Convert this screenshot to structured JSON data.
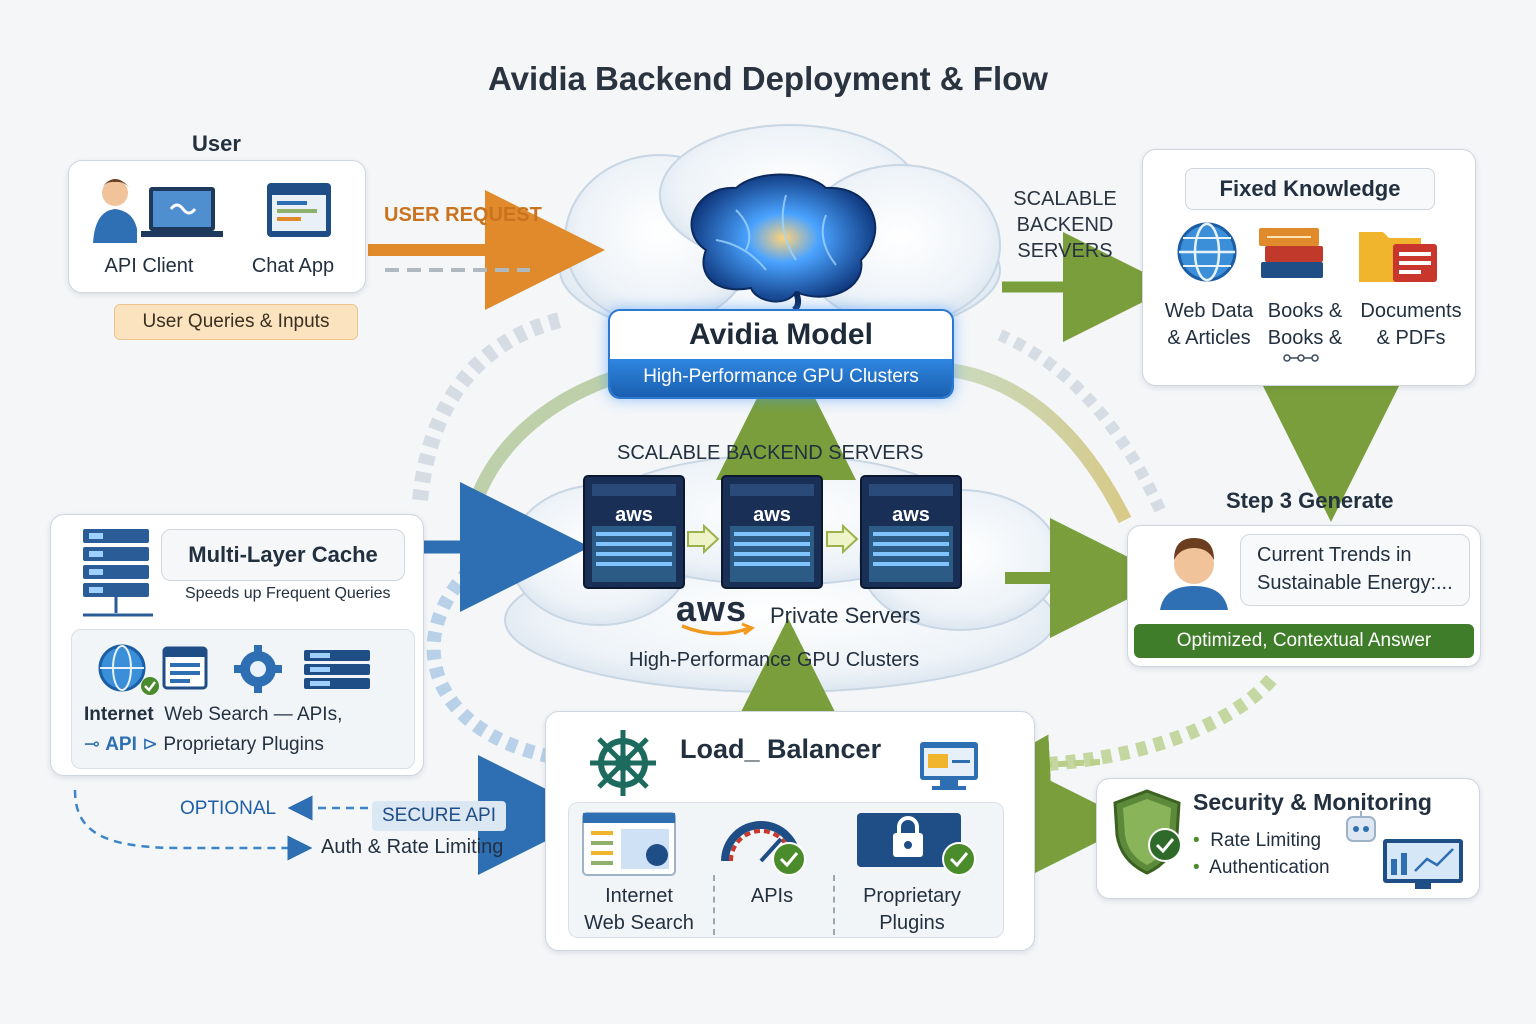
{
  "title": "Avidia Backend Deployment & Flow",
  "user": {
    "heading": "User",
    "items": [
      "API Client",
      "Chat App"
    ],
    "tag": "User Queries & Inputs"
  },
  "flow": {
    "user_request": "USER REQUEST",
    "scalable_top": [
      "SCALABLE",
      "BACKEND",
      "SERVERS"
    ],
    "scalable_mid": "SCALABLE BACKEND SERVERS",
    "optional": "OPTIONAL",
    "secure_api": "SECURE API",
    "auth": "Auth & Rate Limiting"
  },
  "model": {
    "name": "Avidia Model",
    "subtitle": "High-Performance GPU Clusters"
  },
  "servers": {
    "badge": "aws",
    "brand": "aws",
    "label": "Private Servers",
    "subtitle": "High-Performance GPU Clusters"
  },
  "knowledge": {
    "title": "Fixed Knowledge",
    "items": [
      {
        "line1": "Web Data",
        "line2": "& Articles"
      },
      {
        "line1": "Books &",
        "line2": "Books &"
      },
      {
        "line1": "Documents",
        "line2": "& PDFs"
      }
    ]
  },
  "generate": {
    "step": "Step 3 Generate",
    "query_line1": "Current Trends in",
    "query_line2": "Sustainable Energy:...",
    "answer": "Optimized, Contextual Answer"
  },
  "cache": {
    "title": "Multi-Layer Cache",
    "subtitle": "Speeds up Frequent Queries",
    "line1_bold": "Internet",
    "line1_rest": "Web Search — APIs,",
    "line2_bold": "API",
    "line2_rest": "Proprietary Plugins"
  },
  "lb": {
    "title": "Load_ Balancer",
    "items": [
      {
        "line1": "Internet",
        "line2": "Web Search"
      },
      {
        "line1": "APIs",
        "line2": ""
      },
      {
        "line1": "Proprietary",
        "line2": "Plugins"
      }
    ]
  },
  "security": {
    "title": "Security & Monitoring",
    "items": [
      "Rate Limiting",
      "Authentication"
    ]
  },
  "colors": {
    "orange": "#e08a2c",
    "green": "#7a9e3c",
    "blue": "#2d6fb2",
    "answer_green": "#3f7d2a"
  }
}
